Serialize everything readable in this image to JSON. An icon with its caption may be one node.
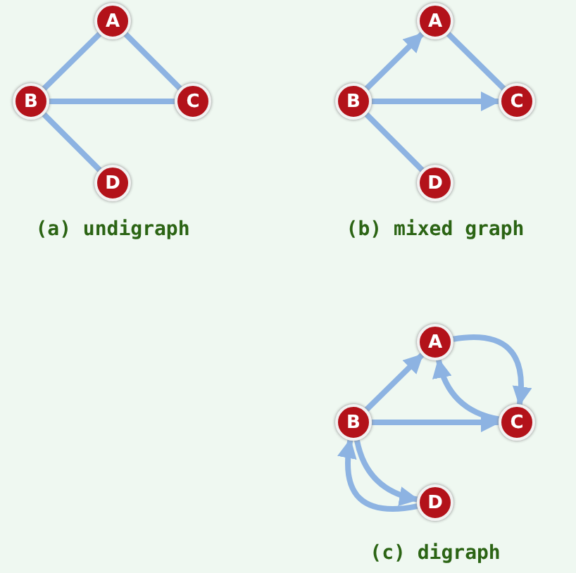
{
  "diagram": {
    "nodes": [
      {
        "text": [
          "A"
        ]
      },
      {
        "text": [
          "B"
        ]
      },
      {
        "text": [
          "C"
        ]
      },
      {
        "text": [
          "D"
        ]
      },
      {
        "text": [
          "A"
        ]
      },
      {
        "text": [
          "B"
        ]
      },
      {
        "text": [
          "C"
        ]
      },
      {
        "text": [
          "D"
        ]
      },
      {
        "text": [
          "A"
        ]
      },
      {
        "text": [
          "B"
        ]
      },
      {
        "text": [
          "C"
        ]
      },
      {
        "text": [
          "D"
        ]
      }
    ],
    "edges": [
      {
        "from": 0,
        "to": 1,
        "arrow": "none"
      },
      {
        "from": 0,
        "to": 2,
        "arrow": "none"
      },
      {
        "from": 1,
        "to": 2,
        "arrow": "none"
      },
      {
        "from": 1,
        "to": 3,
        "arrow": "none"
      },
      {
        "from": 5,
        "to": 4,
        "arrow": "to"
      },
      {
        "from": 4,
        "to": 6,
        "arrow": "none"
      },
      {
        "from": 5,
        "to": 6,
        "arrow": "to"
      },
      {
        "from": 5,
        "to": 7,
        "arrow": "none"
      },
      {
        "from": 9,
        "to": 8,
        "arrow": "to"
      },
      {
        "from": 8,
        "to": 10,
        "arrow": "to"
      },
      {
        "from": 10,
        "to": 8,
        "arrow": "to"
      },
      {
        "from": 9,
        "to": 10,
        "arrow": "to"
      },
      {
        "from": 9,
        "to": 11,
        "arrow": "to"
      },
      {
        "from": 11,
        "to": 9,
        "arrow": "to"
      }
    ],
    "labels": [
      "(a) undigraph",
      "(b) mixed graph",
      "(c) digraph"
    ]
  }
}
